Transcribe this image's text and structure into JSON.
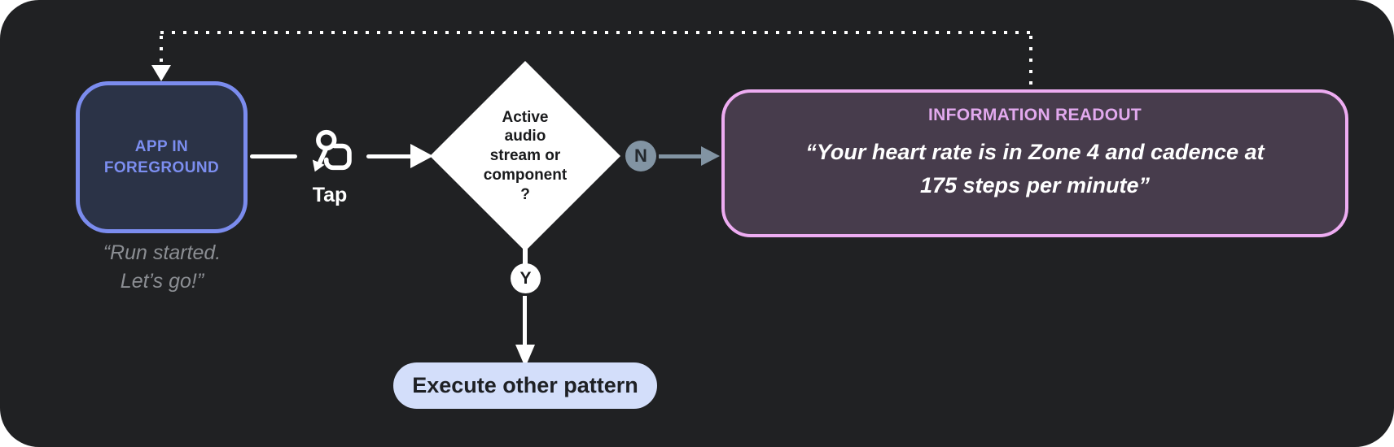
{
  "diagram": {
    "background_color": "#202123",
    "page_background_color": "#ffffff",
    "app_node": {
      "label": "APP IN\nFOREGROUND",
      "caption": "“Run started.\nLet’s go!”",
      "border_color": "#7b8cee",
      "fill_color": "#2b3347",
      "text_color": "#7c8ef0",
      "caption_color": "#8b8e93"
    },
    "tap_edge": {
      "label": "Tap",
      "icon": "tap-gesture-icon",
      "color": "#ffffff"
    },
    "decision_node": {
      "label": "Active\naudio\nstream or\ncomponent\n?",
      "fill_color": "#ffffff",
      "text_color": "#191a1c"
    },
    "no_edge": {
      "badge": "N",
      "color": "#8294a3",
      "badge_text_color": "#23282d"
    },
    "yes_edge": {
      "badge": "Y",
      "color": "#ffffff",
      "badge_text_color": "#1b1c1e"
    },
    "readout_node": {
      "title": "INFORMATION READOUT",
      "body": "“Your heart rate is in Zone 4 and cadence at\n175 steps per minute”",
      "border_color": "#eeacf2",
      "fill_color": "#473c4c",
      "title_color": "#e2a9ee",
      "body_color": "#ffffff"
    },
    "execute_node": {
      "label": "Execute other pattern",
      "fill_color": "#d3defa",
      "text_color": "#1e2024"
    },
    "feedback_edge": {
      "style": "dotted",
      "color": "#ffffff"
    }
  }
}
